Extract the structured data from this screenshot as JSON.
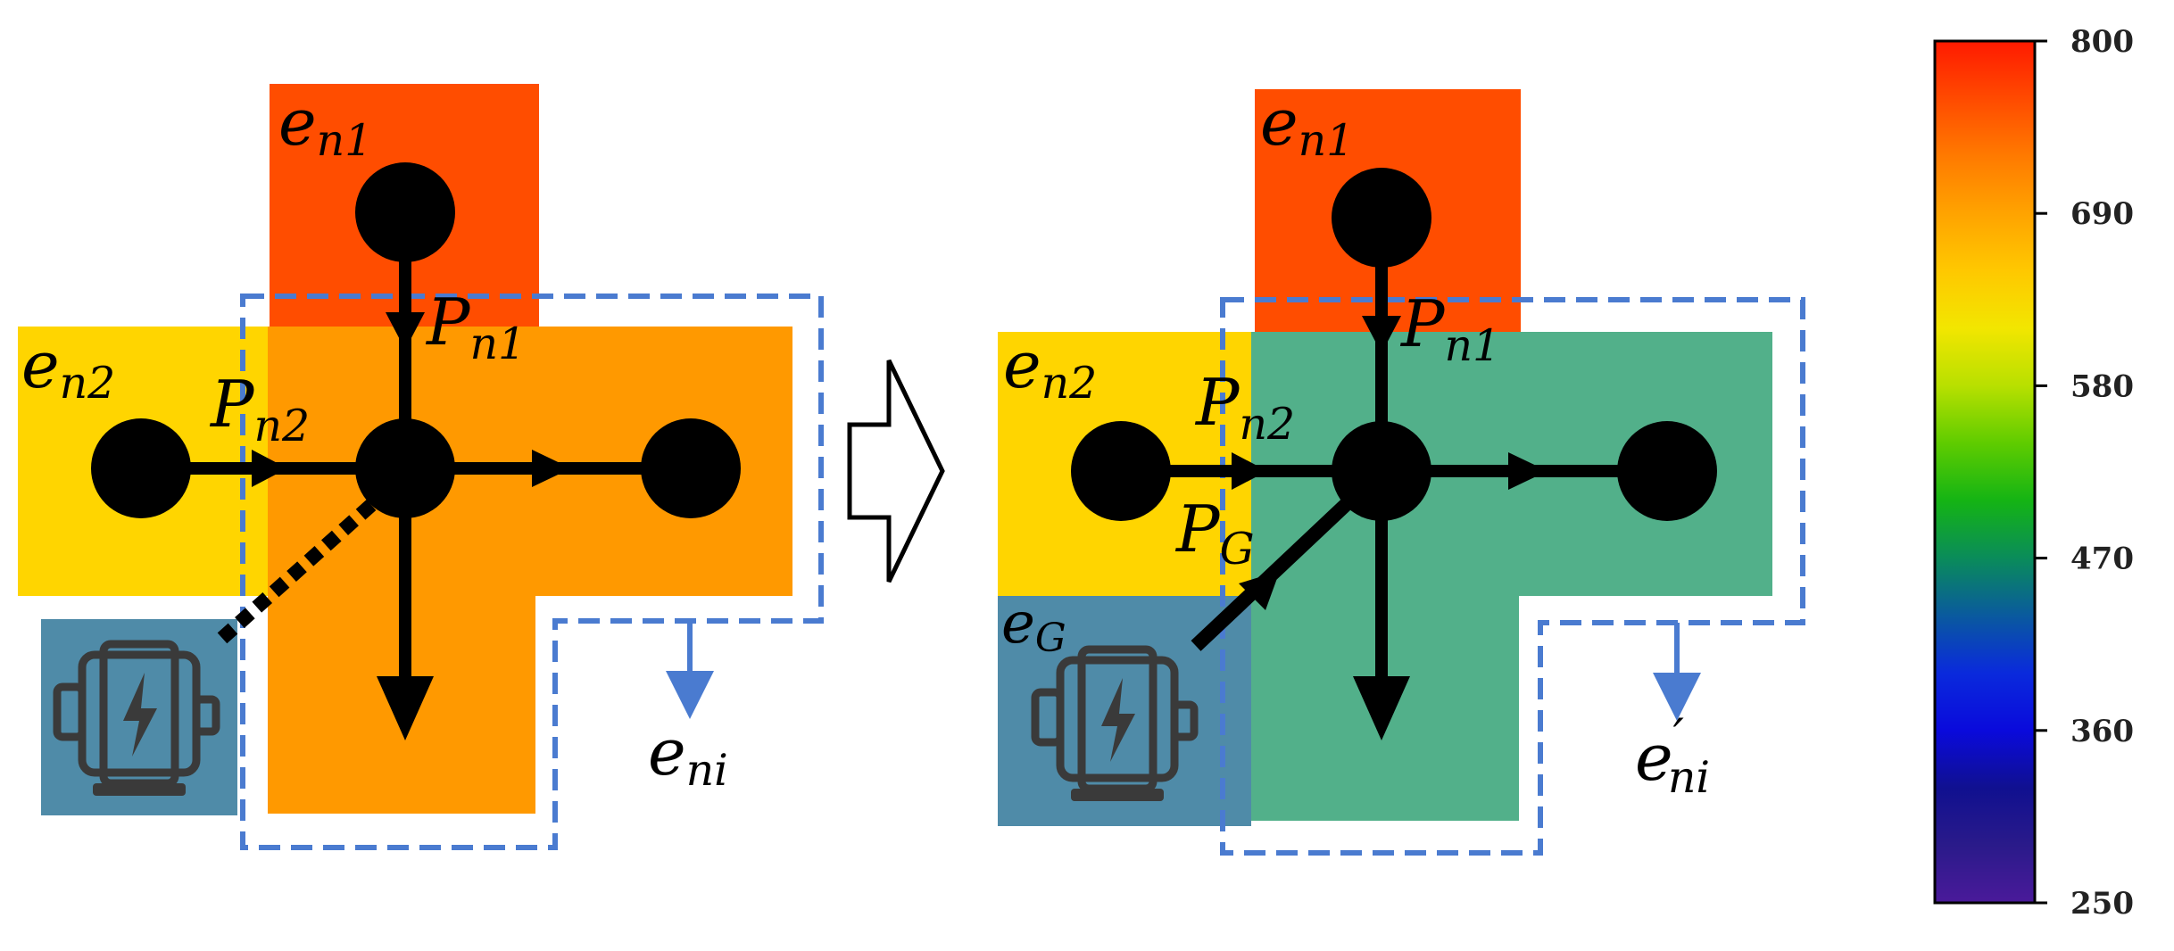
{
  "colors": {
    "red_zone": "#FF4D00",
    "yellow_zone": "#FFD500",
    "orange_zone": "#FF9900",
    "green_zone": "#52B08A",
    "blue_zone": "#4F8BA8",
    "dashed_boundary": "#4A7BD0",
    "node": "#000000",
    "device_icon": "#3A3A3A"
  },
  "icons": {
    "device": "power-unit-icon",
    "transition": "hollow-right-arrow-icon"
  },
  "left_diagram": {
    "label_en1": {
      "base": "e",
      "sub": "n1"
    },
    "label_en2": {
      "base": "e",
      "sub": "n2"
    },
    "label_pn1": {
      "base": "P",
      "sub": "n1"
    },
    "label_pn2": {
      "base": "P",
      "sub": "n2"
    },
    "label_eni": {
      "base": "e",
      "sub": "ni"
    },
    "generator_connected": false
  },
  "right_diagram": {
    "label_en1": {
      "base": "e",
      "sub": "n1"
    },
    "label_en2": {
      "base": "e",
      "sub": "n2"
    },
    "label_pn1": {
      "base": "P",
      "sub": "n1"
    },
    "label_pn2": {
      "base": "P",
      "sub": "n2"
    },
    "label_pg": {
      "base": "P",
      "sub": "G"
    },
    "label_eg": {
      "base": "e",
      "sub": "G"
    },
    "label_eni": {
      "base": "e",
      "prime": "′",
      "sub": "ni"
    },
    "generator_connected": true
  },
  "colorbar": {
    "min": 250,
    "max": 800,
    "ticks": [
      "800",
      "690",
      "580",
      "470",
      "360",
      "250"
    ],
    "stops": [
      "#FF1A00",
      "#FF4A00",
      "#FF7A00",
      "#FFA300",
      "#FFC800",
      "#F2E600",
      "#B8E000",
      "#5FCC00",
      "#14B414",
      "#0A8C5A",
      "#0A5A9E",
      "#0A2ADC",
      "#0A0ADC",
      "#101090",
      "#2A1A8A",
      "#4A1A9A"
    ]
  }
}
